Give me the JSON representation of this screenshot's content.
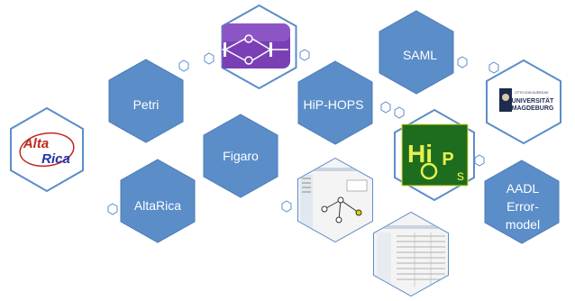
{
  "hexagons": [
    {
      "id": "petri",
      "label": "Petri",
      "kind": "text"
    },
    {
      "id": "figaro",
      "label": "Figaro",
      "kind": "text"
    },
    {
      "id": "altarica",
      "label": "AltaRica",
      "kind": "text"
    },
    {
      "id": "hiphops",
      "label": "HiP-HOPS",
      "kind": "text"
    },
    {
      "id": "saml",
      "label": "SAML",
      "kind": "text"
    },
    {
      "id": "aadl",
      "label_lines": [
        "AADL",
        "Error-",
        "model"
      ],
      "kind": "text"
    },
    {
      "id": "altarica-logo",
      "kind": "image",
      "logo_text": [
        "Alta",
        "Rica"
      ]
    },
    {
      "id": "petri-net-image",
      "kind": "image"
    },
    {
      "id": "hiphops-logo",
      "kind": "image",
      "logo_text": [
        "Hi",
        "P",
        "s"
      ]
    },
    {
      "id": "university-logo",
      "kind": "image",
      "logo_text": [
        "OTTO VON GUERICKE",
        "UNIVERSITÄT",
        "MAGDEBURG"
      ]
    },
    {
      "id": "screenshot-1",
      "kind": "image"
    },
    {
      "id": "screenshot-2",
      "kind": "image"
    }
  ],
  "colors": {
    "hex_fill": "#5b8dc9",
    "hex_stroke": "#4a7bb6",
    "outline": "#5b8dc9",
    "petri_bg": "#7b3fb5",
    "hiphops_bg": "#1e6d1e",
    "hiphops_text": "#e9f050",
    "altarica_red": "#c0281e",
    "altarica_blue": "#2233aa"
  }
}
